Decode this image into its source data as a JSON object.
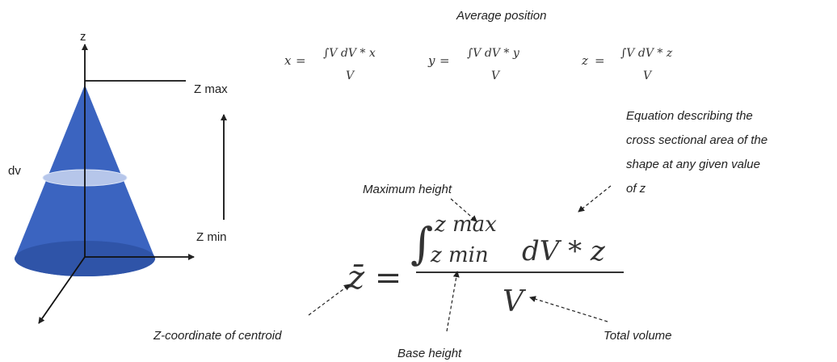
{
  "diagram": {
    "axis_label": "z",
    "z_max_label": "Z max",
    "z_min_label": "Z min",
    "dv_label": "dv",
    "average_title": "Average position",
    "avg_x": {
      "var": "x",
      "eq": "=",
      "num": "∫V dV * x",
      "den": "V"
    },
    "avg_y": {
      "var": "y",
      "eq": "=",
      "num": "∫V dV * y",
      "den": "V"
    },
    "avg_z": {
      "var": "z",
      "eq": "=",
      "num": "∫V dV * z",
      "den": "V"
    },
    "equation_desc": [
      "Equation describing the",
      "cross sectional area of the",
      "shape at any given value",
      "of z"
    ],
    "maximum_height": "Maximum height",
    "main_lhs": "z̄ =",
    "main_upper": "z max",
    "main_lower": "z min",
    "main_integrand": "dV * z",
    "main_den": "V",
    "centroid_label": "Z-coordinate of centroid",
    "base_height": "Base height",
    "total_volume": "Total volume",
    "colors": {
      "cone": "#3b64c0",
      "cone_dark": "#2f54a8",
      "slice": "#b6c6ea"
    }
  }
}
